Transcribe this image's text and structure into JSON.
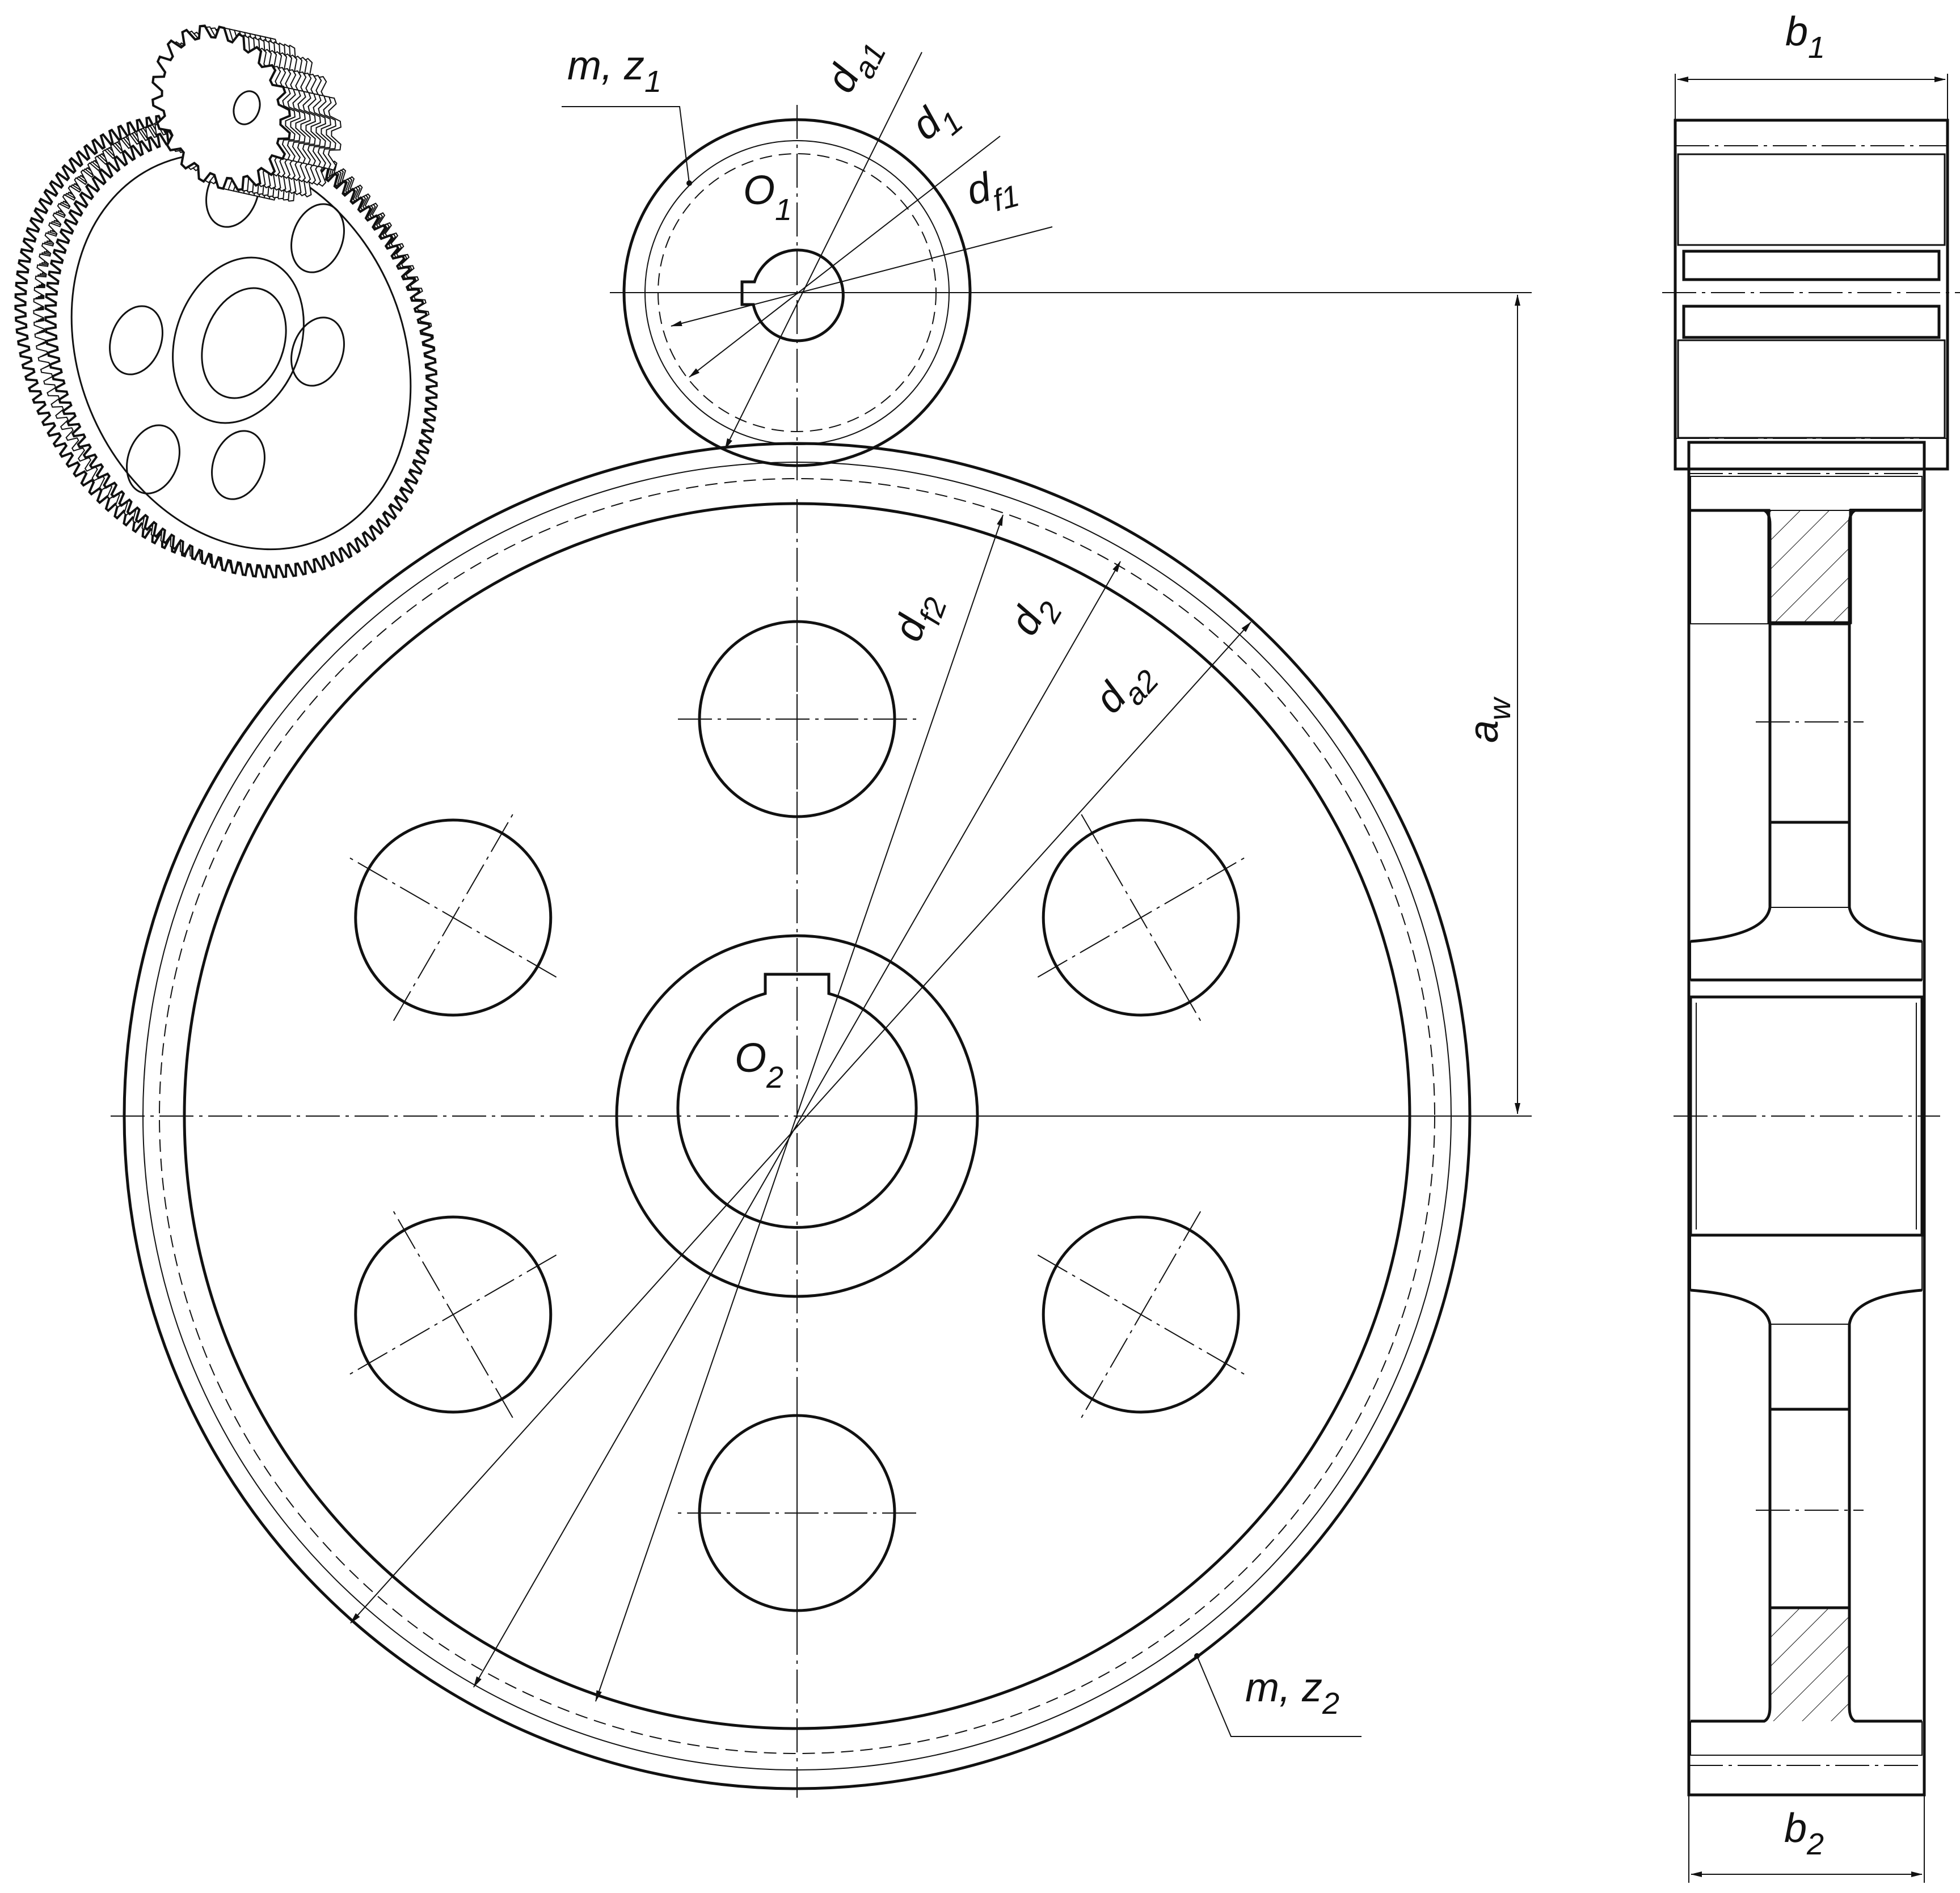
{
  "pinion": {
    "center_label": "O",
    "center_sub": "1",
    "callout": {
      "text": "m, z",
      "sub": "1"
    },
    "dims": [
      {
        "base": "d",
        "sub": "a1"
      },
      {
        "base": "d",
        "sub": "1"
      },
      {
        "base": "d",
        "sub": "f1"
      }
    ]
  },
  "gear": {
    "center_label": "O",
    "center_sub": "2",
    "callout": {
      "text": "m, z",
      "sub": "2"
    },
    "dims": [
      {
        "base": "d",
        "sub": "f2"
      },
      {
        "base": "d",
        "sub": "2"
      },
      {
        "base": "d",
        "sub": "a2"
      }
    ],
    "hole_count": 6
  },
  "center_distance": {
    "base": "a",
    "sub": "w"
  },
  "widths": [
    {
      "base": "b",
      "sub": "1"
    },
    {
      "base": "b",
      "sub": "2"
    }
  ],
  "isometric_view": {
    "gear_teeth": 120,
    "pinion_teeth": 22
  }
}
